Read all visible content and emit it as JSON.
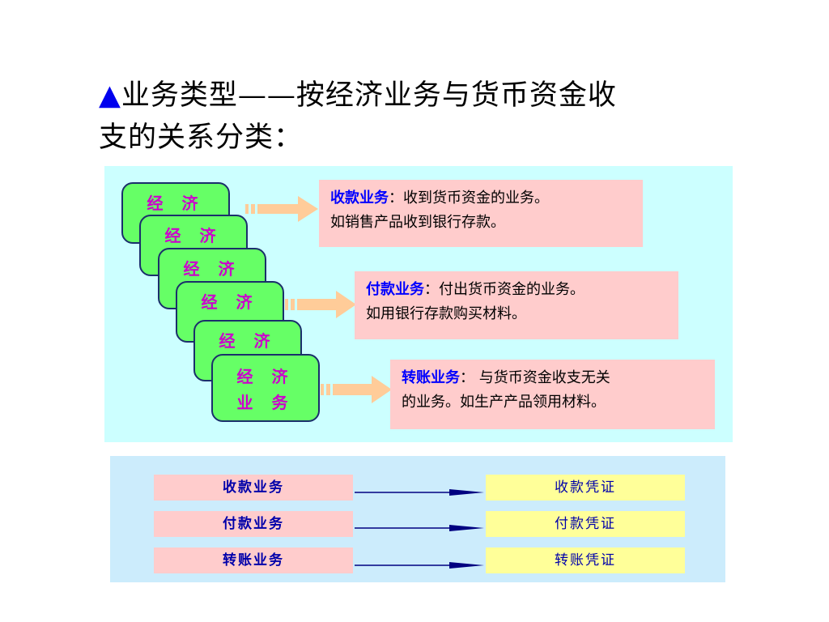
{
  "title": {
    "marker": "▲",
    "line1": "业务类型——按经济业务与货币资金收",
    "line2": "支的关系分类："
  },
  "cards": {
    "label": "经  济",
    "last_line1": "经  济",
    "last_line2": "业  务"
  },
  "info": [
    {
      "keyword": "收款业务",
      "line1": "：收到货币资金的业务。",
      "line2": "如销售产品收到银行存款。"
    },
    {
      "keyword": "付款业务",
      "line1": "：付出货币资金的业务。",
      "line2": "如用银行存款购买材料。"
    },
    {
      "keyword": "转账业务",
      "line1": "：  与货币资金收支无关",
      "line2": "的业务。如生产产品领用材料。"
    }
  ],
  "mapping": [
    {
      "business": "收款业务",
      "voucher": "收款凭证"
    },
    {
      "business": "付款业务",
      "voucher": "付款凭证"
    },
    {
      "business": "转账业务",
      "voucher": "转账凭证"
    }
  ],
  "colors": {
    "panel1": "#ccffff",
    "card": "#66ff66",
    "card_text": "#cc00cc",
    "info_bg": "#ffcccc",
    "keyword": "#0000ff",
    "voucher_bg": "#ffff99"
  }
}
